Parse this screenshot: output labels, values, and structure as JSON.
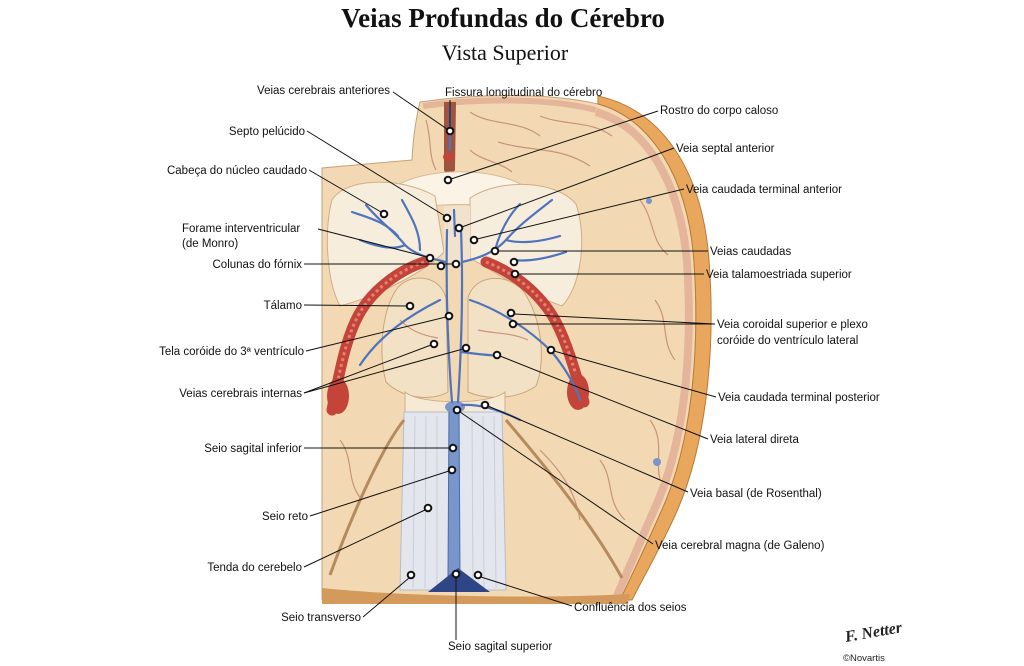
{
  "title": "Veias Profundas do Cérebro",
  "subtitle": "Vista Superior",
  "labels": {
    "veias_cerebrais_anteriores": "Veias cerebrais anteriores",
    "fissura_longitudinal": "Fissura longitudinal do cérebro",
    "septo_pelucido": "Septo pelúcido",
    "rostro_corpo_caloso": "Rostro do corpo caloso",
    "veia_septal_anterior": "Veia septal anterior",
    "cabeca_nucleo_caudado": "Cabeça do núcleo caudado",
    "veia_caudada_terminal_anterior": "Veia caudada terminal anterior",
    "forame_interventricular": [
      "Forame interventricular",
      "(de Monro)"
    ],
    "veias_caudadas": "Veias caudadas",
    "colunas_fornix": "Colunas do fórnix",
    "veia_talamoestriada_superior": "Veia talamoestriada superior",
    "talamo": "Tálamo",
    "veia_coroidal_superior": [
      "Veia coroidal superior e plexo",
      "coróide do ventrículo lateral"
    ],
    "tela_coroide": "Tela coróide do 3ª ventrículo",
    "veias_cerebrais_internas": "Veias cerebrais internas",
    "veia_caudada_terminal_posterior": "Veia caudada terminal posterior",
    "veia_lateral_direta": "Veia lateral direta",
    "seio_sagital_inferior": "Seio sagital inferior",
    "veia_basal": "Veia basal (de Rosenthal)",
    "seio_reto": "Seio reto",
    "veia_cerebral_magna": "Veia cerebral magna (de Galeno)",
    "tenda_cerebelo": "Tenda do cerebelo",
    "seio_transverso": "Seio transverso",
    "confluencia_seios": "Confluência dos seios",
    "seio_sagital_superior": "Seio sagital superior"
  },
  "credits": {
    "signature": "F. Netter",
    "copyright": "©Novartis"
  },
  "colors": {
    "vein_blue": "#4f74bd",
    "sinus_blue": "#7895cc",
    "confluence_blue": "#2f4686",
    "choroid_red": "#c4443a",
    "skull_orange": "#e9a75e",
    "tissue_tan": "#f2d9b3",
    "dura_gray": "#e3e6ec"
  }
}
